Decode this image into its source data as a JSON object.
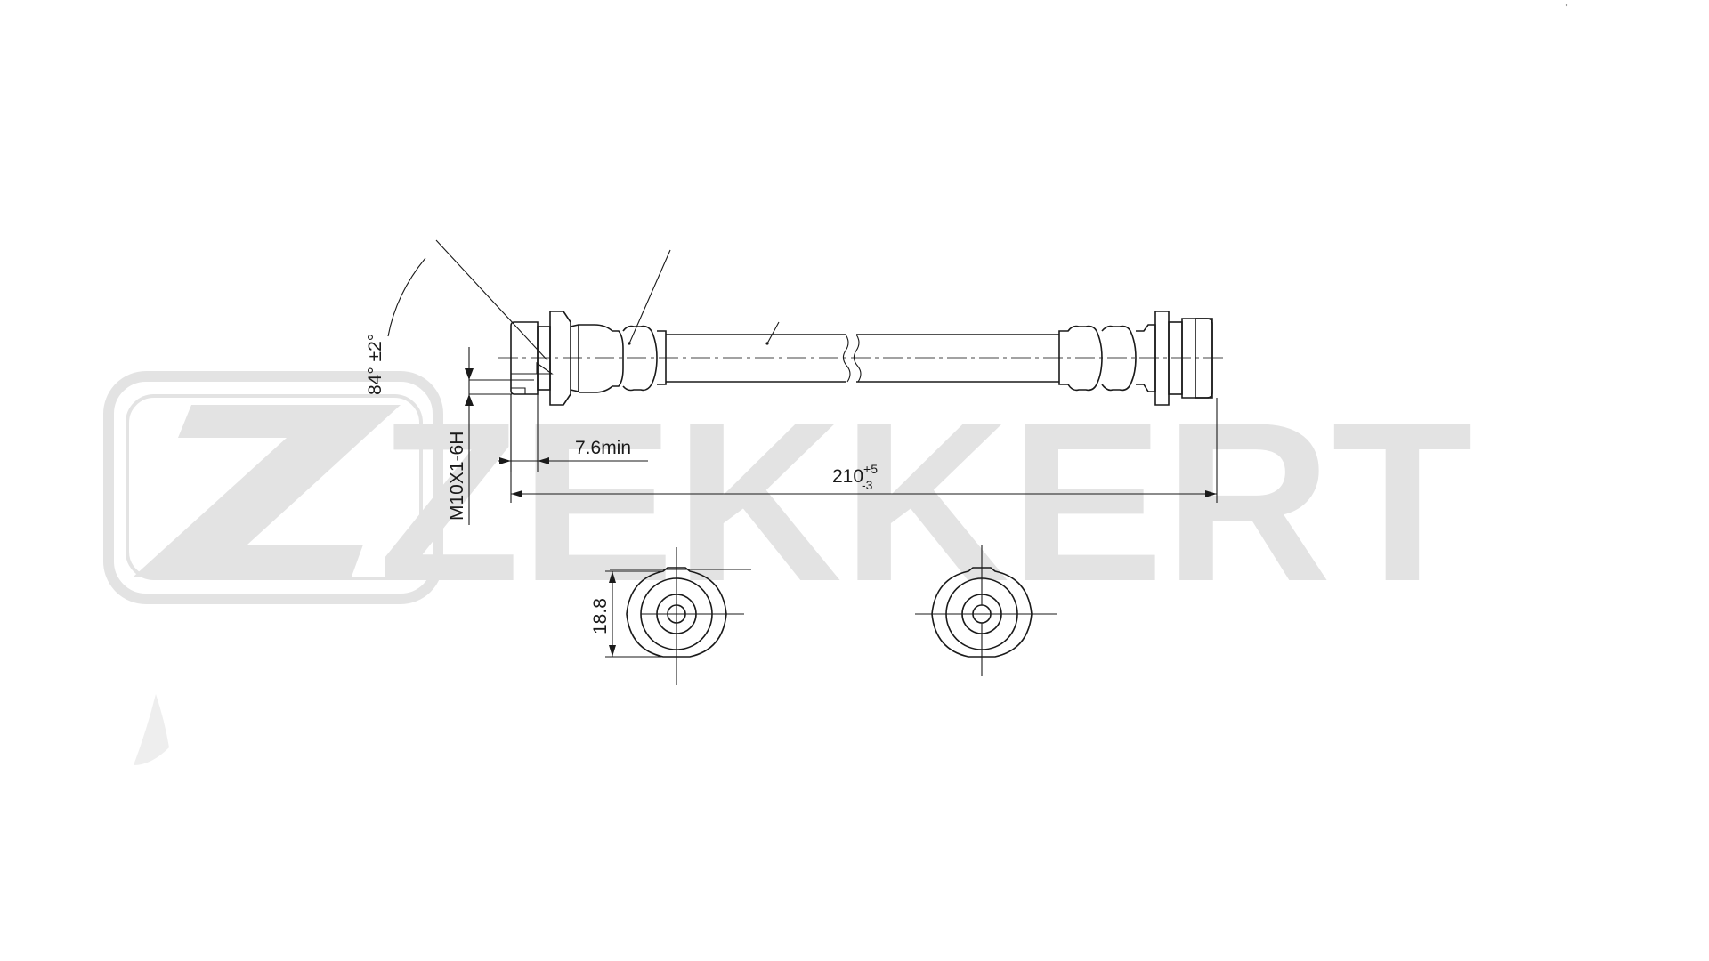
{
  "brand": {
    "name": "ZEKKERT"
  },
  "dimensions": {
    "angle": "84° ±2°",
    "thread": "M10X1-6H",
    "min_length": "7.6min",
    "total_length": "210",
    "total_tol_plus": "+5",
    "total_tol_minus": "-3",
    "diameter": "18.8"
  },
  "colors": {
    "watermark": "#e3e3e3",
    "line": "#1a1a1a",
    "background": "#ffffff"
  }
}
